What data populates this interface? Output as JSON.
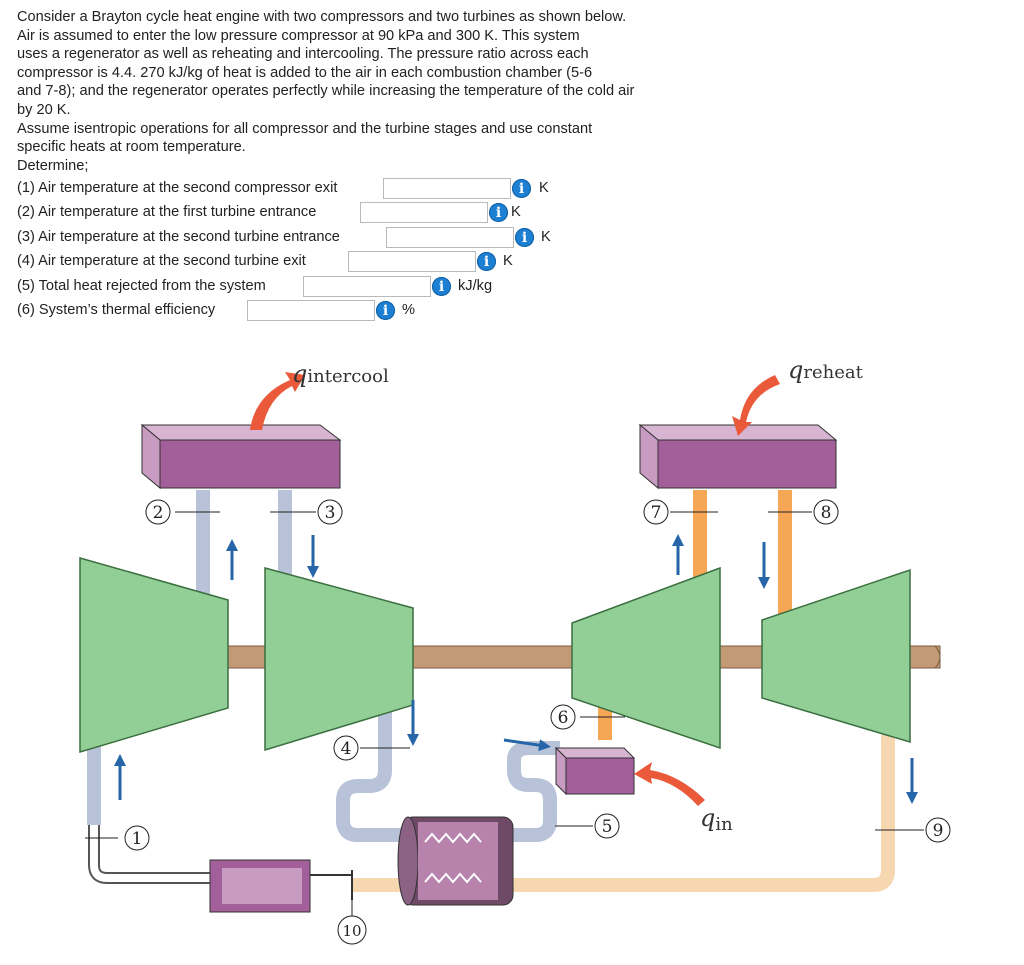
{
  "problem": {
    "lines": [
      "Consider a Brayton cycle heat engine with two compressors and two turbines as shown below.",
      "Air is assumed to enter the low pressure compressor at 90 kPa and 300 K. This system",
      "uses a regenerator as well as reheating and intercooling. The pressure ratio across each",
      "compressor is 4.4. 270 kJ/kg of heat is added to the air in each combustion chamber (5-6",
      "and 7-8); and the regenerator operates perfectly while increasing the temperature of the cold air",
      "by 20 K.",
      "Assume isentropic operations for all compressor and the turbine stages and use constant",
      "specific heats at room temperature.",
      "Determine;"
    ]
  },
  "questions": [
    {
      "label": "(1) Air temperature at the second compressor exit",
      "value": "",
      "unit": "K"
    },
    {
      "label": "(2) Air temperature at the first turbine entrance",
      "value": "",
      "unit": "K"
    },
    {
      "label": "(3) Air temperature at the second turbine entrance",
      "value": "",
      "unit": "K"
    },
    {
      "label": "(4) Air temperature at the second turbine exit",
      "value": "",
      "unit": "K"
    },
    {
      "label": "(5) Total heat rejected from the system",
      "value": "",
      "unit": "kJ/kg"
    },
    {
      "label": "(6) System’s thermal efficiency",
      "value": "",
      "unit": "%"
    }
  ],
  "info_icon_glyph": "i",
  "diagram": {
    "q_intercool": {
      "q": "q",
      "sub": "intercool"
    },
    "q_reheat": {
      "q": "q",
      "sub": "reheat"
    },
    "q_in": {
      "q": "q",
      "sub": "in"
    },
    "states": [
      "1",
      "2",
      "3",
      "4",
      "5",
      "6",
      "7",
      "8",
      "9",
      "10"
    ],
    "colors": {
      "chamber": "#a35f9a",
      "chamber_top": "#d8b4d3",
      "machine": "#92cf96",
      "shaft": "#c29a76",
      "cold_pipe": "#b8c2d8",
      "hot_pipe": "#f5a756",
      "exhaust_pipe": "#f6d7b0",
      "arrow_blue": "#2565a8",
      "heat_arrow": "#ea5a3a"
    }
  }
}
